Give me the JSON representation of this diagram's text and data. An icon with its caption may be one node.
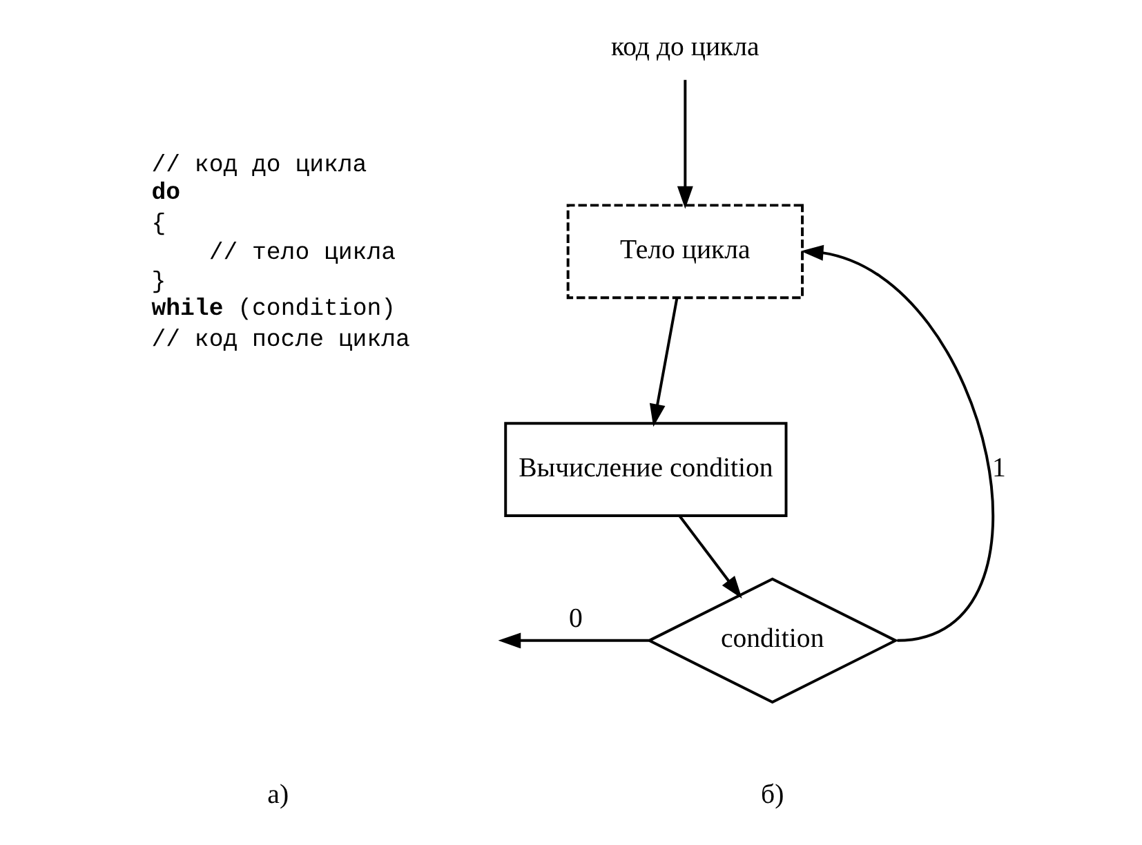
{
  "diagram": {
    "nodes": [
      {
        "text": [
          "код до цикла"
        ]
      },
      {
        "text": [
          "Тело цикла"
        ]
      },
      {
        "text": [
          "Вычисление condition"
        ]
      },
      {
        "text": [
          "condition"
        ]
      }
    ],
    "edges": [
      {
        "from": 0,
        "to": 1,
        "arrow": "to"
      },
      {
        "from": 1,
        "to": 2,
        "arrow": "to"
      },
      {
        "from": 2,
        "to": 3,
        "arrow": "to"
      },
      {
        "from": 3,
        "to": null,
        "arrow": "to",
        "label": "0"
      },
      {
        "from": 3,
        "to": 1,
        "arrow": "to",
        "label": "1"
      }
    ],
    "labels": [
      "// код до цикла",
      "**do**",
      "{",
      "    // тело цикла",
      "}",
      "**while** (condition)",
      "// код после цикла",
      "а)",
      "б)"
    ]
  }
}
